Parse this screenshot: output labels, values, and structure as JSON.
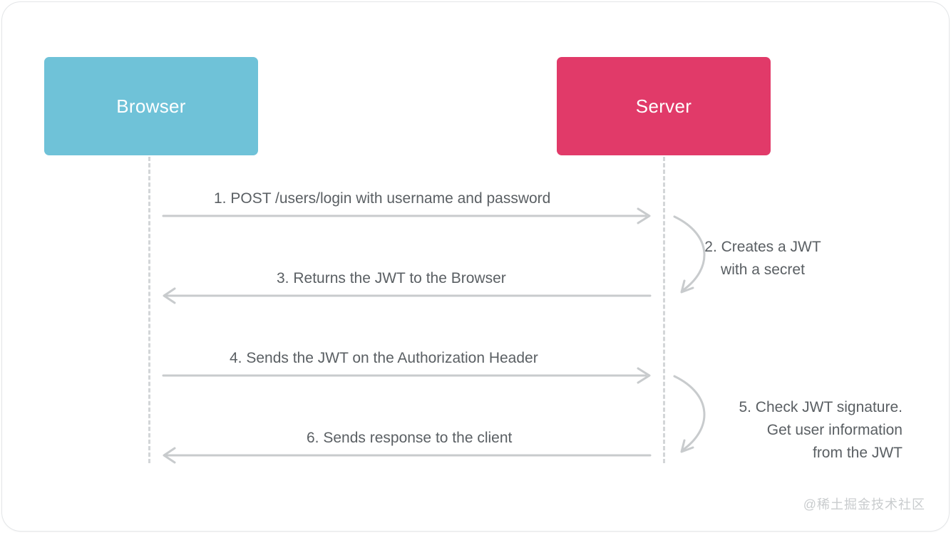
{
  "diagram": {
    "type": "sequence-diagram",
    "title": "JWT authentication flow",
    "colors": {
      "browser": "#6fc2d8",
      "server": "#e13a69",
      "line": "#c8cbcd",
      "text": "#5a5f63",
      "lifeline": "#d3d6d8",
      "card": "#ffffff",
      "watermark": "#c9ccce"
    },
    "actors": [
      {
        "id": "browser",
        "label": "Browser"
      },
      {
        "id": "server",
        "label": "Server"
      }
    ],
    "messages": [
      {
        "step": "1",
        "label": "1. POST /users/login with username and password",
        "from": "browser",
        "to": "server",
        "direction": "right"
      },
      {
        "step": "2",
        "label_lines": [
          "2. Creates a JWT",
          "with a secret"
        ],
        "from": "server",
        "to": "server",
        "direction": "self-loop"
      },
      {
        "step": "3",
        "label": "3. Returns the JWT to the Browser",
        "from": "server",
        "to": "browser",
        "direction": "left"
      },
      {
        "step": "4",
        "label": "4. Sends the JWT on the Authorization Header",
        "from": "browser",
        "to": "server",
        "direction": "right"
      },
      {
        "step": "5",
        "label_lines": [
          "5. Check JWT signature.",
          "Get user information",
          "from the JWT"
        ],
        "from": "server",
        "to": "server",
        "direction": "self-loop"
      },
      {
        "step": "6",
        "label": "6. Sends response to the client",
        "from": "server",
        "to": "browser",
        "direction": "left"
      }
    ]
  },
  "watermark": {
    "text": "@稀土掘金技术社区"
  }
}
